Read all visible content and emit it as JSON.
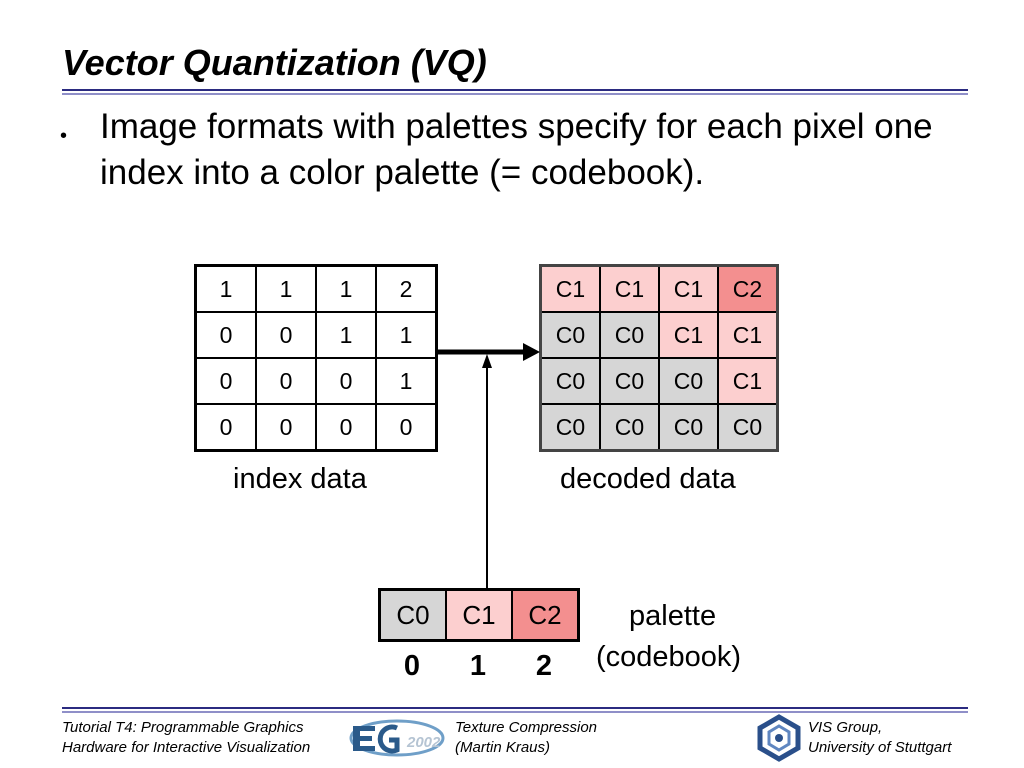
{
  "slide": {
    "title": "Vector Quantization (VQ)",
    "bullet": "•",
    "bullet_text": "Image formats with palettes specify for each pixel one index into a color palette (= codebook)."
  },
  "index_data": {
    "label": "index data",
    "rows": [
      [
        "1",
        "1",
        "1",
        "2"
      ],
      [
        "0",
        "0",
        "1",
        "1"
      ],
      [
        "0",
        "0",
        "0",
        "1"
      ],
      [
        "0",
        "0",
        "0",
        "0"
      ]
    ]
  },
  "decoded_data": {
    "label": "decoded data",
    "rows": [
      [
        "C1",
        "C1",
        "C1",
        "C2"
      ],
      [
        "C0",
        "C0",
        "C1",
        "C1"
      ],
      [
        "C0",
        "C0",
        "C0",
        "C1"
      ],
      [
        "C0",
        "C0",
        "C0",
        "C0"
      ]
    ]
  },
  "palette": {
    "label_line1": "palette",
    "label_line2": "(codebook)",
    "entries": [
      "C0",
      "C1",
      "C2"
    ],
    "indices": [
      "0",
      "1",
      "2"
    ]
  },
  "colors": {
    "c0": "#d6d6d6",
    "c1": "#fccfcf",
    "c2": "#f38f8f",
    "rule": "#2b2b80"
  },
  "footer": {
    "left_line1": "Tutorial T4: Programmable Graphics",
    "left_line2": "Hardware for Interactive Visualization",
    "logo_text": "2002",
    "center_line1": "Texture Compression",
    "center_line2": "(Martin Kraus)",
    "right_line1": "VIS Group,",
    "right_line2": "University of Stuttgart",
    "left_logo_icon": "eg2002-logo-icon",
    "right_logo_icon": "university-stuttgart-logo-icon"
  }
}
